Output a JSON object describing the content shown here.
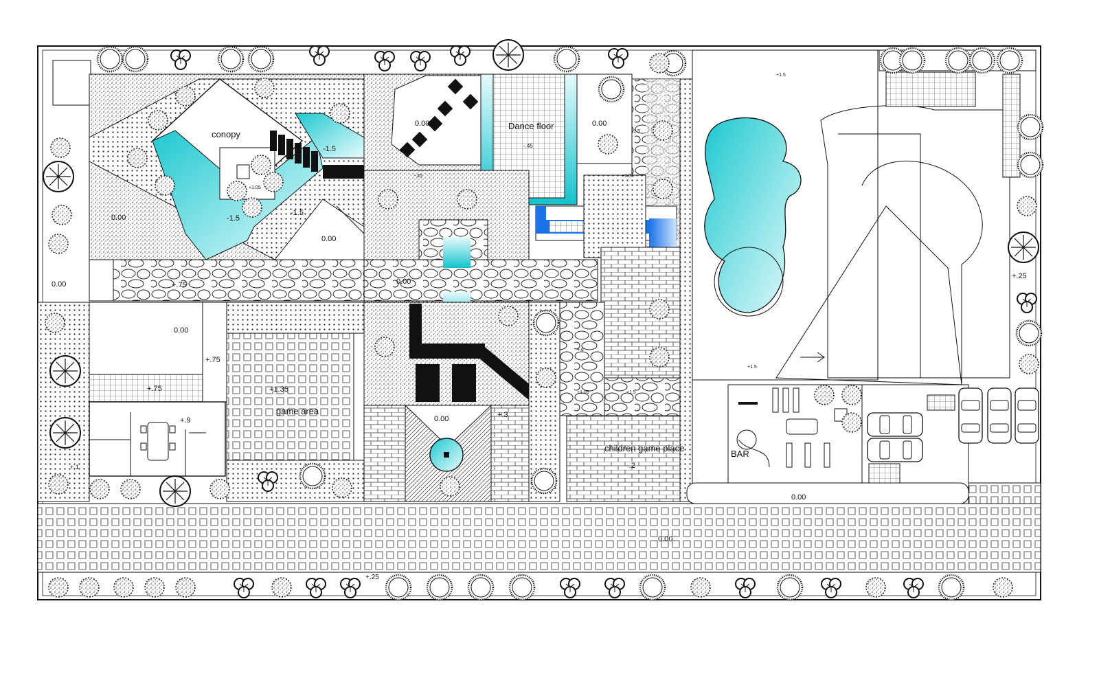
{
  "labels": {
    "canopy": "conopy",
    "dance_floor": "Dance floor",
    "game_area": "game area",
    "children_game_place": "children game place",
    "bar": "BAR"
  },
  "levels": {
    "canopy_water_a": "-1.5",
    "canopy_water_b": "-1.5",
    "canopy_water_c": "-1.5",
    "canopy_inner": "+1.05",
    "nw_lawn": "0.00",
    "canopy_corner": "0.00",
    "west_edge": "0.00",
    "stone_walk": "+.75",
    "plaza_center": "0.00",
    "dance_left": "0.00",
    "dance_right": "0.00",
    "dance_floor": "-.45",
    "dance_step": "-.45",
    "dance_side": "+1.05",
    "east_path": "-1.5",
    "east_path_b": "+1.5",
    "east_path_c": "+1.05",
    "path_small": "+.6",
    "lawn_block": "0.00",
    "terrace_a": "+.75",
    "terrace_b": "+.75",
    "game_area": "+1.35",
    "house": "+.9",
    "sw_corner": "+.1",
    "fountain_plaza": "0.00",
    "fountain_east": "+.3",
    "children_place": "-.2",
    "pool_deck_top": "+1.5",
    "pool_deck_bottom": "+1.5",
    "east_strip": "+.25",
    "driveway": "0.00",
    "parking_road": "0.00",
    "south_strip": "+.25"
  }
}
